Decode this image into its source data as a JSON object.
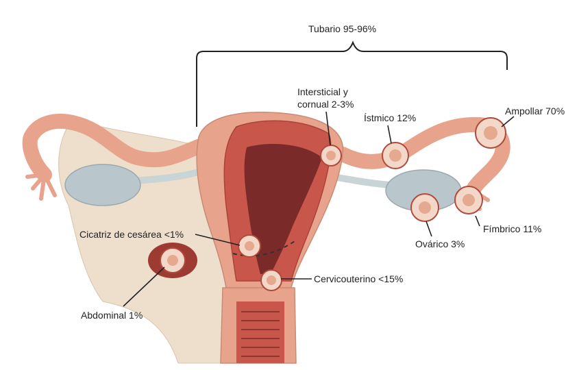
{
  "labels": {
    "tubario": "Tubario 95-96%",
    "intersticial_line1": "Intersticial y",
    "intersticial_line2": "cornual 2-3%",
    "istmico": "Ístmico 12%",
    "ampollar": "Ampollar 70%",
    "fimbrico": "Fímbrico 11%",
    "ovarico": "Ovárico 3%",
    "cicatriz": "Cicatriz de cesárea <1%",
    "cervicouterino": "Cervicouterino <15%",
    "abdominal": "Abdominal 1%"
  },
  "colors": {
    "background": "#fdf0ef",
    "tissue": "#e8a38c",
    "muscle": "#c9564a",
    "cavity": "#7a2a28",
    "ovary": "#b9c7cc",
    "ligament": "#eedfcc",
    "gestational_sac": "#f3d7c8"
  }
}
